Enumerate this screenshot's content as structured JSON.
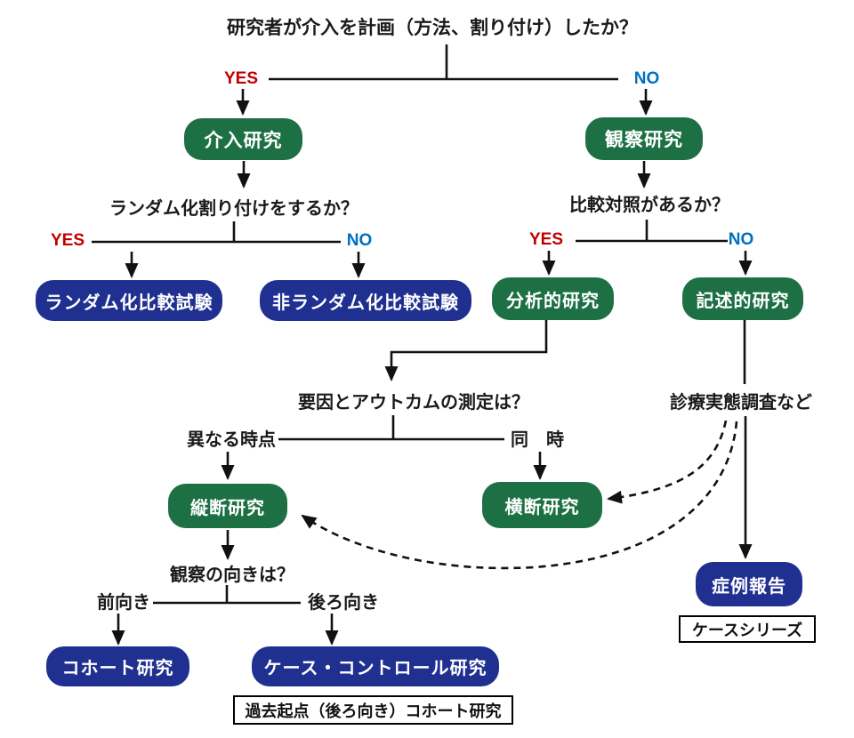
{
  "colors": {
    "node_green": "#1d7044",
    "node_blue": "#1f3090",
    "yes_red": "#c00000",
    "no_blue": "#0070c0",
    "line_black": "#111111",
    "background": "#ffffff"
  },
  "flowchart": {
    "q_intervention_planned": "研究者が介入を計画（方法、割り付け）したか？",
    "label_yes": "YES",
    "label_no": "NO",
    "node_intervention_study": "介入研究",
    "node_observational_study": "観察研究",
    "q_randomized_allocation": "ランダム化割り付けをするか？",
    "q_comparison_group": "比較対照があるか？",
    "node_randomized_controlled_trial": "ランダム化比較試験",
    "node_non_randomized_controlled_trial": "非ランダム化比較試験",
    "node_analytical_study": "分析的研究",
    "node_descriptive_study": "記述的研究",
    "q_factor_outcome_measurement": "要因とアウトカムの測定は？",
    "label_different_time_points": "異なる時点",
    "label_same_time": "同　時",
    "node_longitudinal_study": "縦断研究",
    "node_cross_sectional_study": "横断研究",
    "note_clinical_practice_survey": "診療実態調査など",
    "node_case_report": "症例報告",
    "label_case_series": "ケースシリーズ",
    "q_observation_direction": "観察の向きは？",
    "label_prospective": "前向き",
    "label_retrospective": "後ろ向き",
    "node_cohort_study": "コホート研究",
    "node_case_control_study": "ケース・コントロール研究",
    "label_retrospective_cohort": "過去起点（後ろ向き）コホート研究"
  }
}
